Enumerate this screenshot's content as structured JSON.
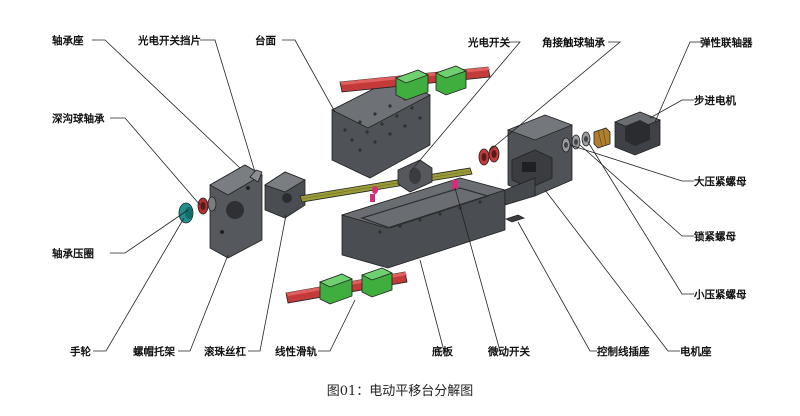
{
  "labels": {
    "bearing_seat": "轴承座",
    "photo_switch_blocker": "光电开关挡片",
    "table_top": "台面",
    "photo_switch": "光电开关",
    "angular_contact_bearing": "角接触球轴承",
    "flexible_coupling": "弹性联轴器",
    "stepper_motor": "步进电机",
    "deep_groove_bearing": "深沟球轴承",
    "large_lock_nut": "大压紧螺母",
    "locking_nut": "锁紧螺母",
    "bearing_gland": "轴承压圈",
    "small_lock_nut": "小压紧螺母",
    "handwheel": "手轮",
    "nut_bracket": "螺帽托架",
    "ball_screw": "滚珠丝杠",
    "linear_rail": "线性滑轨",
    "base_plate": "底板",
    "micro_switch": "微动开关",
    "cable_clip": "控制线插座",
    "motor_seat": "电机座"
  },
  "caption": "图01：电动平移台分解图",
  "colors": {
    "metal_dark": "#4a4d52",
    "metal_mid": "#6e7176",
    "metal_light": "#9a9da2",
    "rail_red": "#c23a3a",
    "slider_green": "#3fae3f",
    "screw_olive": "#9a9a3a",
    "handwheel_teal": "#1f8f8f",
    "accent_pink": "#d0307a"
  }
}
